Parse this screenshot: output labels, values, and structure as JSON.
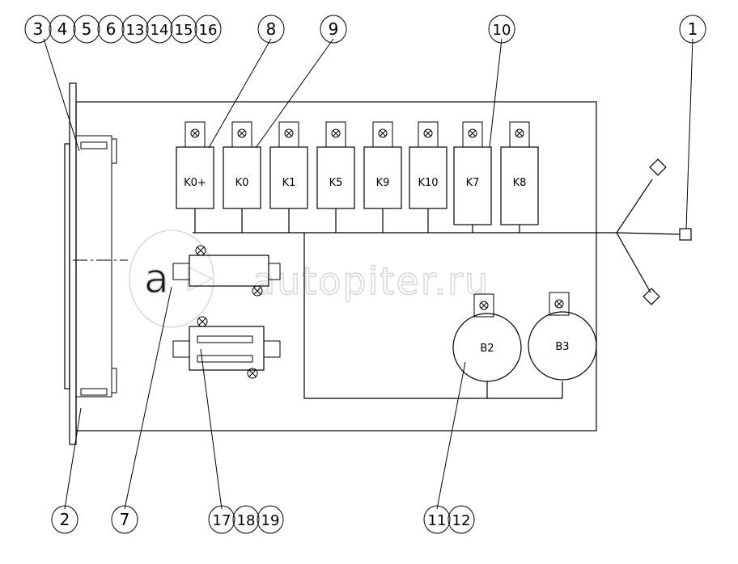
{
  "callouts": {
    "c1": [
      "3",
      "4",
      "5",
      "6",
      "13",
      "14",
      "15",
      "16"
    ],
    "c2": [
      "8"
    ],
    "c3": [
      "9"
    ],
    "c4": [
      "10"
    ],
    "c5": [
      "1"
    ],
    "c6": [
      "2"
    ],
    "c7": [
      "7"
    ],
    "c8": [
      "17",
      "18",
      "19"
    ],
    "c9": [
      "11",
      "12"
    ]
  },
  "relays": [
    "K0+",
    "K0",
    "K1",
    "K5",
    "K9",
    "K10",
    "K7",
    "K8"
  ],
  "buzzers": [
    "B2",
    "B3"
  ],
  "watermark": "autopiter.ru"
}
